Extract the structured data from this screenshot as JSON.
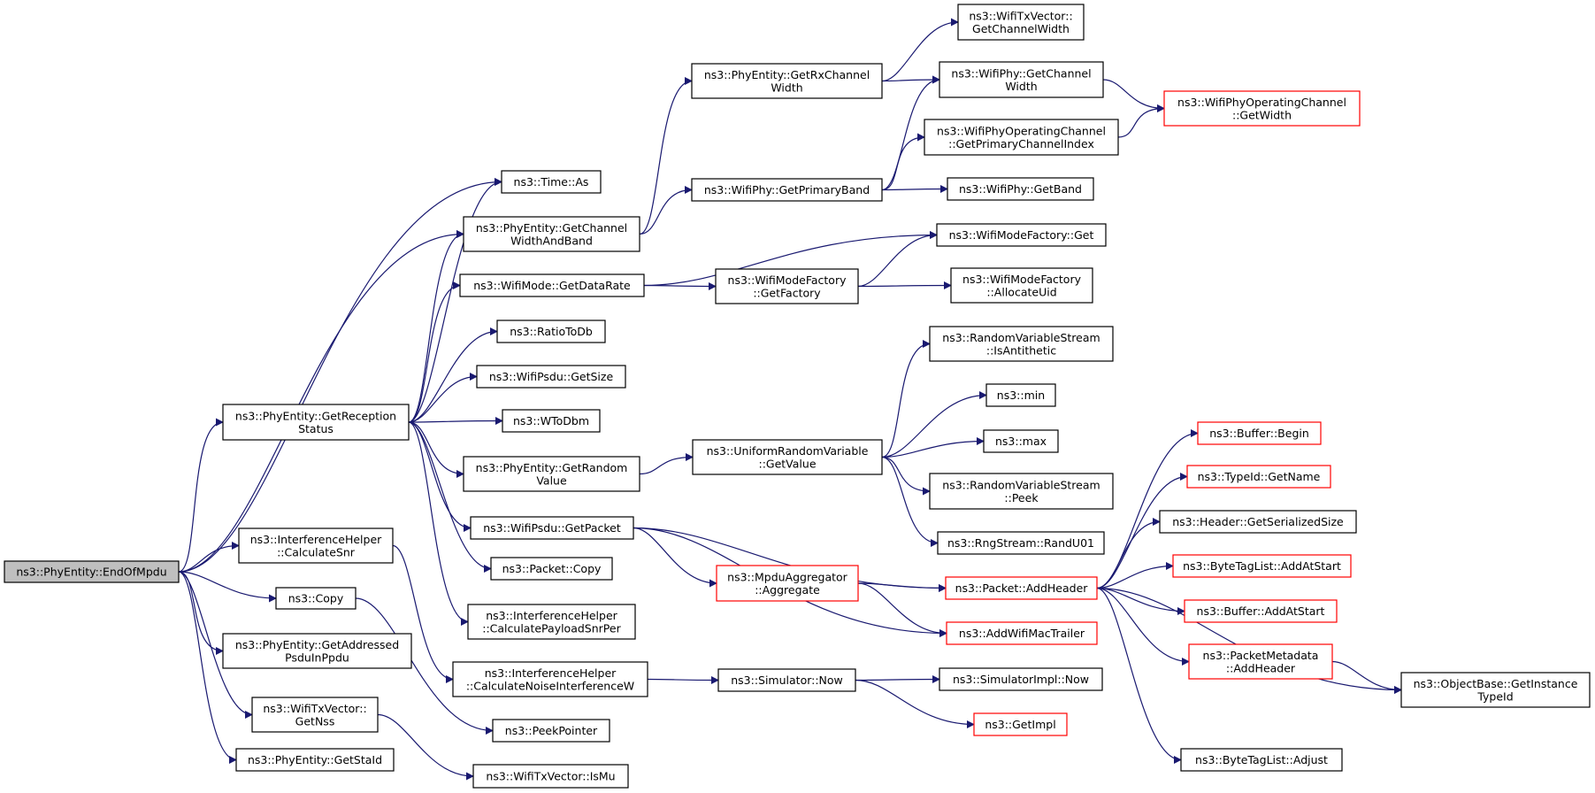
{
  "colors": {
    "edge": "#191970",
    "node_border": "#000000",
    "node_border_truncated": "#ff0000",
    "root_fill": "#bfbfbf",
    "node_fill": "#ffffff",
    "text": "#000000"
  },
  "nodes": [
    {
      "id": "endofmpdu",
      "lines": [
        "ns3::PhyEntity::EndOfMpdu"
      ],
      "root": true
    },
    {
      "id": "getreception",
      "lines": [
        "ns3::PhyEntity::GetReception",
        "Status"
      ]
    },
    {
      "id": "calcsnr",
      "lines": [
        "ns3::InterferenceHelper",
        "::CalculateSnr"
      ]
    },
    {
      "id": "copy",
      "lines": [
        "ns3::Copy"
      ]
    },
    {
      "id": "getaddressed",
      "lines": [
        "ns3::PhyEntity::GetAddressed",
        "PsduInPpdu"
      ]
    },
    {
      "id": "getnss",
      "lines": [
        "ns3::WifiTxVector::",
        "GetNss"
      ]
    },
    {
      "id": "getstaid",
      "lines": [
        "ns3::PhyEntity::GetStaId"
      ]
    },
    {
      "id": "timeas",
      "lines": [
        "ns3::Time::As"
      ]
    },
    {
      "id": "getchwidthband",
      "lines": [
        "ns3::PhyEntity::GetChannel",
        "WidthAndBand"
      ]
    },
    {
      "id": "getdatarate",
      "lines": [
        "ns3::WifiMode::GetDataRate"
      ]
    },
    {
      "id": "ratiotodb",
      "lines": [
        "ns3::RatioToDb"
      ]
    },
    {
      "id": "psdugetsize",
      "lines": [
        "ns3::WifiPsdu::GetSize"
      ]
    },
    {
      "id": "wtodbm",
      "lines": [
        "ns3::WToDbm"
      ]
    },
    {
      "id": "getrandomvalue",
      "lines": [
        "ns3::PhyEntity::GetRandom",
        "Value"
      ]
    },
    {
      "id": "psdugetpacket",
      "lines": [
        "ns3::WifiPsdu::GetPacket"
      ]
    },
    {
      "id": "packetcopy",
      "lines": [
        "ns3::Packet::Copy"
      ]
    },
    {
      "id": "calcpayload",
      "lines": [
        "ns3::InterferenceHelper",
        "::CalculatePayloadSnrPer"
      ]
    },
    {
      "id": "calcnoise",
      "lines": [
        "ns3::InterferenceHelper",
        "::CalculateNoiseInterferenceW"
      ]
    },
    {
      "id": "peekpointer",
      "lines": [
        "ns3::PeekPointer"
      ]
    },
    {
      "id": "ismu",
      "lines": [
        "ns3::WifiTxVector::IsMu"
      ]
    },
    {
      "id": "getrxchwidth",
      "lines": [
        "ns3::PhyEntity::GetRxChannel",
        "Width"
      ]
    },
    {
      "id": "getprimaryband",
      "lines": [
        "ns3::WifiPhy::GetPrimaryBand"
      ]
    },
    {
      "id": "modefactorygetfactory",
      "lines": [
        "ns3::WifiModeFactory",
        "::GetFactory"
      ]
    },
    {
      "id": "urvgetvalue",
      "lines": [
        "ns3::UniformRandomVariable",
        "::GetValue"
      ]
    },
    {
      "id": "mpduaggregate",
      "lines": [
        "ns3::MpduAggregator",
        "::Aggregate"
      ],
      "truncated": true
    },
    {
      "id": "simnow",
      "lines": [
        "ns3::Simulator::Now"
      ]
    },
    {
      "id": "txvecgetchwidth",
      "lines": [
        "ns3::WifiTxVector::",
        "GetChannelWidth"
      ]
    },
    {
      "id": "phygetchwidth",
      "lines": [
        "ns3::WifiPhy::GetChannel",
        "Width"
      ]
    },
    {
      "id": "opchgetprimaryidx",
      "lines": [
        "ns3::WifiPhyOperatingChannel",
        "::GetPrimaryChannelIndex"
      ]
    },
    {
      "id": "phygetband",
      "lines": [
        "ns3::WifiPhy::GetBand"
      ]
    },
    {
      "id": "modefactoryget",
      "lines": [
        "ns3::WifiModeFactory::Get"
      ]
    },
    {
      "id": "allocateuid",
      "lines": [
        "ns3::WifiModeFactory",
        "::AllocateUid"
      ]
    },
    {
      "id": "isantithetic",
      "lines": [
        "ns3::RandomVariableStream",
        "::IsAntithetic"
      ]
    },
    {
      "id": "min",
      "lines": [
        "ns3::min"
      ]
    },
    {
      "id": "max",
      "lines": [
        "ns3::max"
      ]
    },
    {
      "id": "rvspeek",
      "lines": [
        "ns3::RandomVariableStream",
        "::Peek"
      ]
    },
    {
      "id": "randu01",
      "lines": [
        "ns3::RngStream::RandU01"
      ]
    },
    {
      "id": "packetaddheader",
      "lines": [
        "ns3::Packet::AddHeader"
      ],
      "truncated": true
    },
    {
      "id": "addwifimactrailer",
      "lines": [
        "ns3::AddWifiMacTrailer"
      ],
      "truncated": true
    },
    {
      "id": "simimplnow",
      "lines": [
        "ns3::SimulatorImpl::Now"
      ]
    },
    {
      "id": "getimpl",
      "lines": [
        "ns3::GetImpl"
      ],
      "truncated": true
    },
    {
      "id": "opchgetwidth",
      "lines": [
        "ns3::WifiPhyOperatingChannel",
        "::GetWidth"
      ],
      "truncated": true
    },
    {
      "id": "bufferbegin",
      "lines": [
        "ns3::Buffer::Begin"
      ],
      "truncated": true
    },
    {
      "id": "typeidgetname",
      "lines": [
        "ns3::TypeId::GetName"
      ],
      "truncated": true
    },
    {
      "id": "headergetsersize",
      "lines": [
        "ns3::Header::GetSerializedSize"
      ]
    },
    {
      "id": "bytetagaddatstart",
      "lines": [
        "ns3::ByteTagList::AddAtStart"
      ],
      "truncated": true
    },
    {
      "id": "bufferaddatstart",
      "lines": [
        "ns3::Buffer::AddAtStart"
      ],
      "truncated": true
    },
    {
      "id": "pktmetaaddheader",
      "lines": [
        "ns3::PacketMetadata",
        "::AddHeader"
      ],
      "truncated": true
    },
    {
      "id": "bytetagadjust",
      "lines": [
        "ns3::ByteTagList::Adjust"
      ]
    },
    {
      "id": "objgetinstancetypeid",
      "lines": [
        "ns3::ObjectBase::GetInstance",
        "TypeId"
      ]
    }
  ],
  "edges": [
    [
      "endofmpdu",
      "timeas"
    ],
    [
      "endofmpdu",
      "getchwidthband"
    ],
    [
      "endofmpdu",
      "getreception"
    ],
    [
      "endofmpdu",
      "calcsnr"
    ],
    [
      "endofmpdu",
      "copy"
    ],
    [
      "endofmpdu",
      "getaddressed"
    ],
    [
      "endofmpdu",
      "getnss"
    ],
    [
      "endofmpdu",
      "getstaid"
    ],
    [
      "getreception",
      "timeas"
    ],
    [
      "getreception",
      "getchwidthband"
    ],
    [
      "getreception",
      "getdatarate"
    ],
    [
      "getreception",
      "ratiotodb"
    ],
    [
      "getreception",
      "psdugetsize"
    ],
    [
      "getreception",
      "wtodbm"
    ],
    [
      "getreception",
      "getrandomvalue"
    ],
    [
      "getreception",
      "psdugetpacket"
    ],
    [
      "getreception",
      "packetcopy"
    ],
    [
      "getreception",
      "calcpayload"
    ],
    [
      "calcsnr",
      "calcnoise"
    ],
    [
      "copy",
      "peekpointer"
    ],
    [
      "getnss",
      "ismu"
    ],
    [
      "getchwidthband",
      "getrxchwidth"
    ],
    [
      "getchwidthband",
      "getprimaryband"
    ],
    [
      "getdatarate",
      "modefactoryget"
    ],
    [
      "getdatarate",
      "modefactorygetfactory"
    ],
    [
      "getrandomvalue",
      "urvgetvalue"
    ],
    [
      "psdugetpacket",
      "mpduaggregate"
    ],
    [
      "psdugetpacket",
      "packetaddheader"
    ],
    [
      "psdugetpacket",
      "addwifimactrailer"
    ],
    [
      "calcnoise",
      "simnow"
    ],
    [
      "getrxchwidth",
      "txvecgetchwidth"
    ],
    [
      "getrxchwidth",
      "phygetchwidth"
    ],
    [
      "getprimaryband",
      "phygetchwidth"
    ],
    [
      "getprimaryband",
      "opchgetprimaryidx"
    ],
    [
      "getprimaryband",
      "phygetband"
    ],
    [
      "modefactorygetfactory",
      "modefactoryget"
    ],
    [
      "modefactorygetfactory",
      "allocateuid"
    ],
    [
      "urvgetvalue",
      "isantithetic"
    ],
    [
      "urvgetvalue",
      "min"
    ],
    [
      "urvgetvalue",
      "max"
    ],
    [
      "urvgetvalue",
      "rvspeek"
    ],
    [
      "urvgetvalue",
      "randu01"
    ],
    [
      "mpduaggregate",
      "packetaddheader"
    ],
    [
      "mpduaggregate",
      "addwifimactrailer"
    ],
    [
      "simnow",
      "simimplnow"
    ],
    [
      "simnow",
      "getimpl"
    ],
    [
      "phygetchwidth",
      "opchgetwidth"
    ],
    [
      "opchgetprimaryidx",
      "opchgetwidth"
    ],
    [
      "packetaddheader",
      "bufferbegin"
    ],
    [
      "packetaddheader",
      "typeidgetname"
    ],
    [
      "packetaddheader",
      "headergetsersize"
    ],
    [
      "packetaddheader",
      "bytetagaddatstart"
    ],
    [
      "packetaddheader",
      "bufferaddatstart"
    ],
    [
      "packetaddheader",
      "pktmetaaddheader"
    ],
    [
      "packetaddheader",
      "bytetagadjust"
    ],
    [
      "packetaddheader",
      "objgetinstancetypeid"
    ],
    [
      "pktmetaaddheader",
      "objgetinstancetypeid"
    ]
  ]
}
